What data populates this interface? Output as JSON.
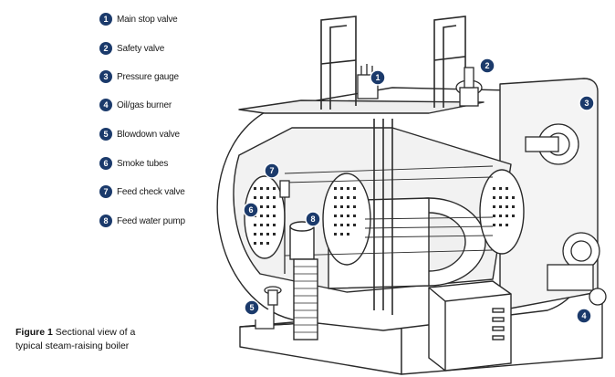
{
  "legend": [
    {
      "num": "1",
      "label": "Main stop valve"
    },
    {
      "num": "2",
      "label": "Safety valve"
    },
    {
      "num": "3",
      "label": "Pressure gauge"
    },
    {
      "num": "4",
      "label": "Oil/gas burner"
    },
    {
      "num": "5",
      "label": "Blowdown valve"
    },
    {
      "num": "6",
      "label": "Smoke tubes"
    },
    {
      "num": "7",
      "label": "Feed check valve"
    },
    {
      "num": "8",
      "label": "Feed water pump"
    }
  ],
  "callouts": [
    "1",
    "2",
    "3",
    "4",
    "5",
    "6",
    "7",
    "8"
  ],
  "caption": {
    "fig_label": "Figure 1",
    "line1": " Sectional view of a",
    "line2": "typical steam-raising boiler"
  },
  "colors": {
    "badge": "#1b3a6b",
    "line": "#2a2a2a",
    "fill": "#ffffff",
    "shade": "#e9e9e9"
  }
}
